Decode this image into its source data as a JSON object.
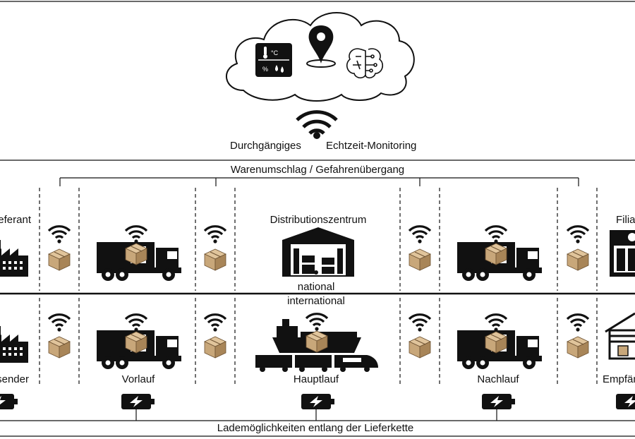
{
  "monitoring": {
    "left": "Durchgängiges",
    "right": "Echtzeit-Monitoring"
  },
  "handover": "Warenumschlag / Gefahrenübergang",
  "top_row": {
    "left_partner": "Lieferant",
    "center": "Distributionszentrum",
    "right_partner": "Filiale"
  },
  "scope": {
    "line1": "national",
    "line2": "international"
  },
  "bottom_row": {
    "sender": "Versender",
    "stage1": "Vorlauf",
    "stage2": "Hauptlauf",
    "stage3": "Nachlauf",
    "receiver": "Empfänger"
  },
  "charging": "Lademöglichkeiten entlang der Lieferkette",
  "cloud_icons": [
    "temperature-humidity-sensor-icon",
    "location-pin-icon",
    "ai-brain-icon"
  ],
  "colors": {
    "ink": "#111111",
    "box": "#c8a77a",
    "box_dark": "#8a6a44"
  }
}
